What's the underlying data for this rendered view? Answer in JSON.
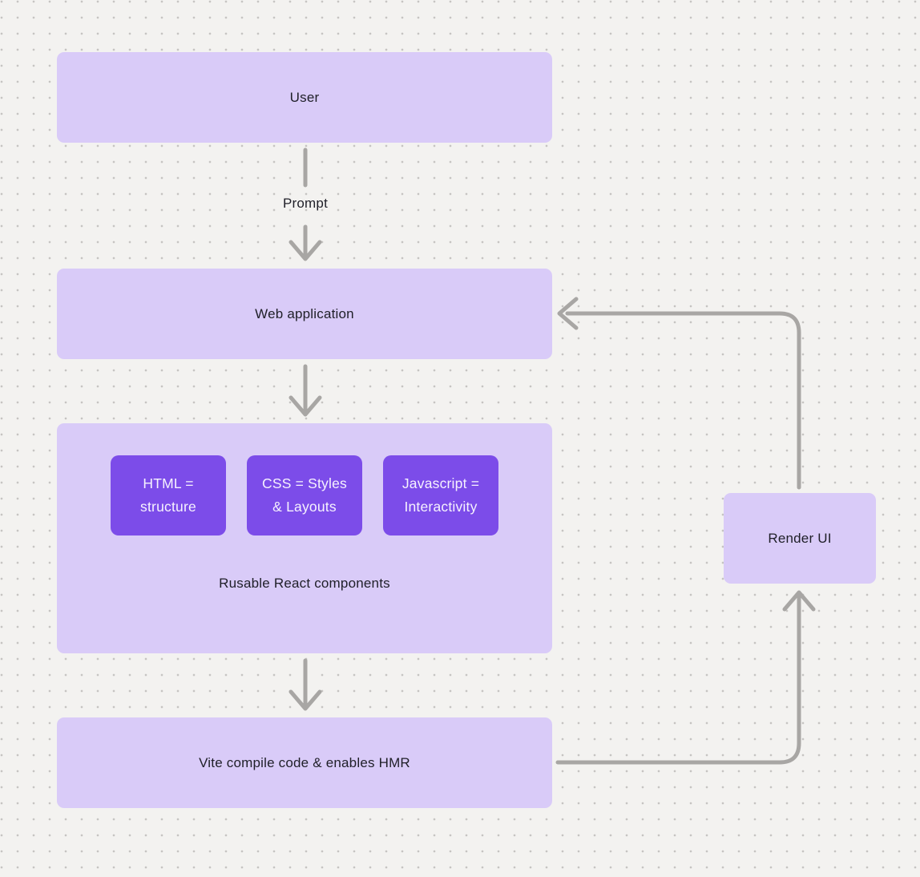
{
  "colors": {
    "canvas_background": "#f3f2f0",
    "dot_grid": "#c6c4c2",
    "node_fill": "#d9cbf8",
    "chip_fill": "#7c4ce9",
    "chip_text": "#f6f2fe",
    "node_text": "#1f1f28",
    "connector": "#a8a6a4"
  },
  "diagram": {
    "nodes": {
      "user": {
        "label": "User"
      },
      "web_application": {
        "label": "Web application"
      },
      "components_group": {
        "caption": "Rusable React components",
        "chips": [
          {
            "label": "HTML = structure"
          },
          {
            "label": "CSS = Styles & Layouts"
          },
          {
            "label": "Javascript = Interactivity"
          }
        ]
      },
      "vite": {
        "label": "Vite compile code & enables HMR"
      },
      "render_ui": {
        "label": "Render UI"
      }
    },
    "edge_labels": {
      "prompt": "Prompt"
    }
  }
}
